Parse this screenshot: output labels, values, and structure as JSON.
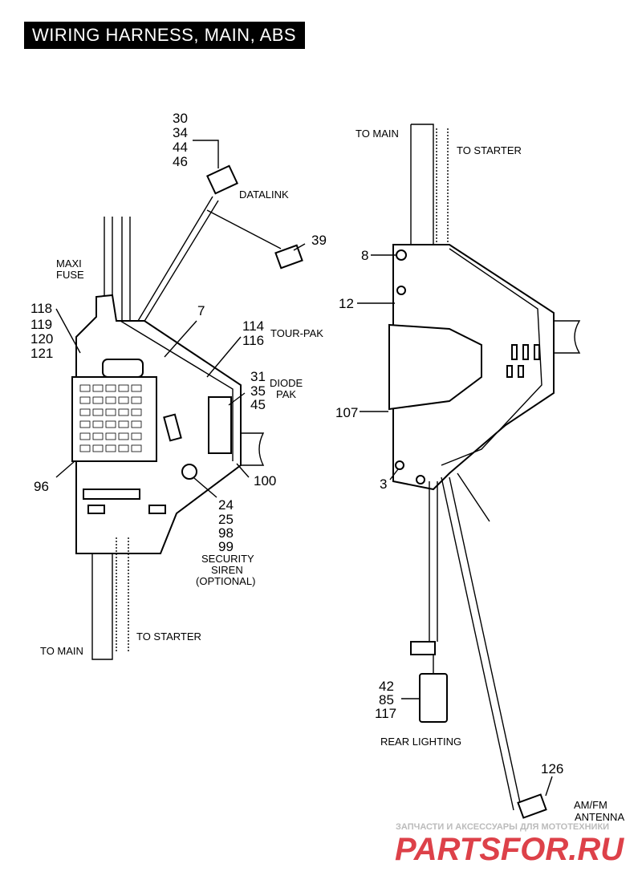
{
  "title": "WIRING HARNESS, MAIN, ABS",
  "left_assembly": {
    "callout_top": [
      "30",
      "34",
      "44",
      "46"
    ],
    "datalink_label": "DATALINK",
    "callout_39": "39",
    "maxi_fuse_label": [
      "MAXI",
      "FUSE"
    ],
    "callout_fuse": [
      "118",
      "119",
      "120",
      "121"
    ],
    "callout_7": "7",
    "callout_tourpak": [
      "114",
      "116"
    ],
    "tourpak_label": "TOUR-PAK",
    "callout_diode": [
      "31",
      "35",
      "45"
    ],
    "diode_label": [
      "DIODE",
      "PAK"
    ],
    "callout_96": "96",
    "callout_100": "100",
    "callout_siren": [
      "24",
      "25",
      "98",
      "99"
    ],
    "siren_label": [
      "SECURITY",
      "SIREN",
      "(OPTIONAL)"
    ],
    "to_main_label": "TO MAIN",
    "to_starter_label": "TO STARTER"
  },
  "right_assembly": {
    "to_main_label": "TO MAIN",
    "to_starter_label": "TO STARTER",
    "callout_8": "8",
    "callout_12": "12",
    "callout_107": "107",
    "callout_3": "3",
    "callout_rear": [
      "42",
      "85",
      "117"
    ],
    "rear_lighting_label": "REAR LIGHTING",
    "callout_126": "126",
    "antenna_label": [
      "AM/FM",
      "ANTENNA"
    ]
  },
  "watermark": {
    "line1": "ЗАПЧАСТИ И АКСЕССУАРЫ ДЛЯ МОТОТЕХНИКИ",
    "line2": "PARTSFOR.RU"
  },
  "colors": {
    "ink": "#000000",
    "background": "#ffffff",
    "watermark_red": "#d8202a",
    "watermark_grey": "#bbbbbb"
  }
}
